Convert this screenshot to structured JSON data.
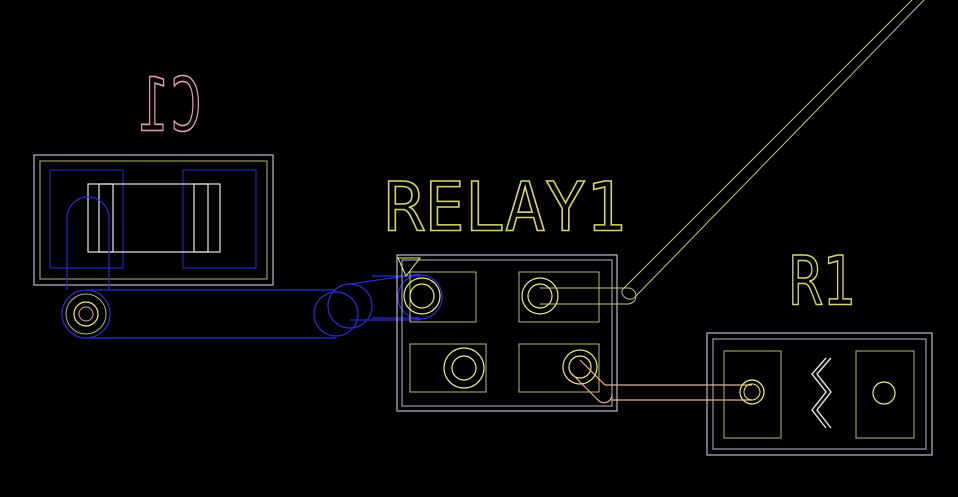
{
  "colors": {
    "background": "#000000",
    "silkscreen_yellow": "#d8d860",
    "silkscreen_pink": "#e8a0b0",
    "body_outline": "#b8b8d0",
    "pad_outline_olive": "#b8b86a",
    "pad_ring_yellow": "#f0f070",
    "trace_blue": "#2a2ad8",
    "trace_orange": "#e8b090",
    "body_fill_white": "#e8e8e8",
    "diagonal_trace": "#c8c878"
  },
  "components": {
    "c1": {
      "designator": "C1",
      "mirrored": true,
      "label_color": "pink"
    },
    "relay1": {
      "designator": "RELAY1",
      "label_color": "yellow"
    },
    "r1": {
      "designator": "R1",
      "label_color": "yellow"
    }
  }
}
